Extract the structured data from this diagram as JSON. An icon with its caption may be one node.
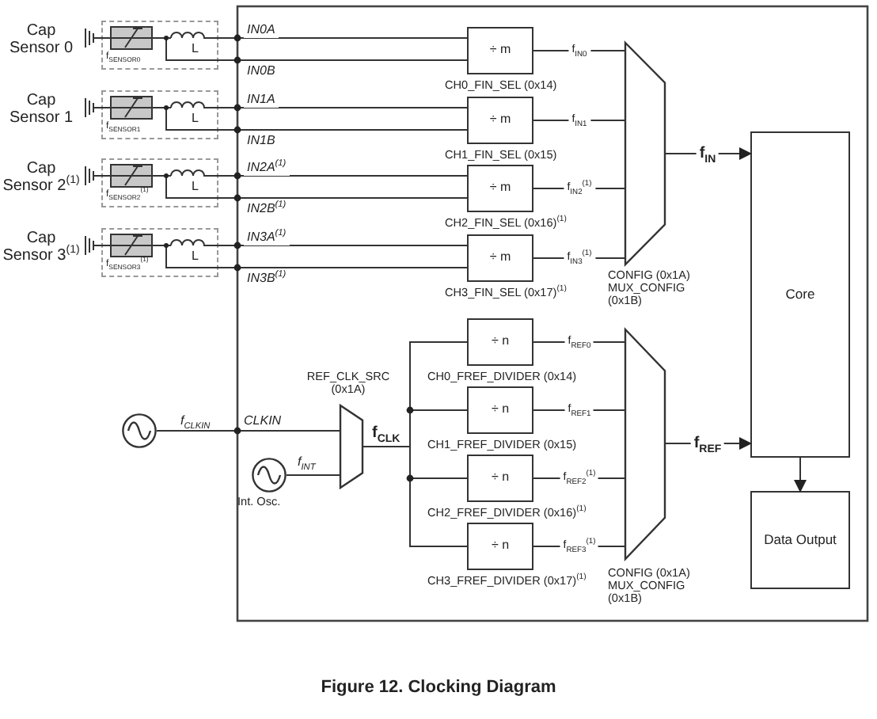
{
  "diagram": {
    "caption": "Figure 12. Clocking Diagram",
    "nodes": [
      {
        "text": [
          "L",
          "f$_{SENSOR0}$"
        ],
        "beside": [
          "Cap Sensor 0"
        ]
      },
      {
        "text": [
          "L",
          "f$_{SENSOR1}$"
        ],
        "beside": [
          "Cap Sensor 1"
        ]
      },
      {
        "text": [
          "L",
          "f$_{SENSOR2}$$^{(1)}$"
        ],
        "beside": [
          "Cap Sensor 2$^{(1)}$"
        ]
      },
      {
        "text": [
          "L",
          "f$_{SENSOR3}$$^{(1)}$"
        ],
        "beside": [
          "Cap Sensor 3$^{(1)}$"
        ]
      },
      {
        "text": [
          "÷ m"
        ],
        "beside": [
          "CH0_FIN_SEL (0x14)"
        ]
      },
      {
        "text": [
          "÷ m"
        ],
        "beside": [
          "CH1_FIN_SEL (0x15)"
        ]
      },
      {
        "text": [
          "÷ m"
        ],
        "beside": [
          "CH2_FIN_SEL (0x16)$^{(1)}$"
        ]
      },
      {
        "text": [
          "÷ m"
        ],
        "beside": [
          "CH3_FIN_SEL (0x17)$^{(1)}$"
        ]
      },
      {
        "text": [],
        "shape": "trapezoid",
        "beside": [
          "CONFIG (0x1A) MUX_CONFIG (0x1B)"
        ]
      },
      {
        "text": [
          "Core"
        ]
      },
      {
        "text": [
          "Data Output"
        ]
      },
      {
        "text": [],
        "shape": "circle"
      },
      {
        "text": [],
        "shape": "circle",
        "beside": [
          "Int. Osc."
        ]
      },
      {
        "text": [],
        "shape": "trapezoid",
        "beside": [
          "REF_CLK_SRC (0x1A)"
        ]
      },
      {
        "text": [
          "÷ n"
        ],
        "beside": [
          "CH0_FREF_DIVIDER (0x14)"
        ]
      },
      {
        "text": [
          "÷ n"
        ],
        "beside": [
          "CH1_FREF_DIVIDER (0x15)"
        ]
      },
      {
        "text": [
          "÷ n"
        ],
        "beside": [
          "CH2_FREF_DIVIDER (0x16)$^{(1)}$"
        ]
      },
      {
        "text": [
          "÷ n"
        ],
        "beside": [
          "CH3_FREF_DIVIDER (0x17)$^{(1)}$"
        ]
      },
      {
        "text": [],
        "shape": "trapezoid",
        "beside": [
          "CONFIG (0x1A) MUX_CONFIG (0x1B)"
        ]
      }
    ],
    "edges": [
      {
        "from": 0,
        "to": 4,
        "arrow": "none",
        "label": "IN0A"
      },
      {
        "from": 0,
        "to": 4,
        "arrow": "none",
        "label": "IN0B"
      },
      {
        "from": 1,
        "to": 5,
        "arrow": "none",
        "label": "IN1A"
      },
      {
        "from": 1,
        "to": 5,
        "arrow": "none",
        "label": "IN1B"
      },
      {
        "from": 2,
        "to": 6,
        "arrow": "none",
        "label": "IN2A$^{(1)}$"
      },
      {
        "from": 2,
        "to": 6,
        "arrow": "none",
        "label": "IN2B$^{(1)}$"
      },
      {
        "from": 3,
        "to": 7,
        "arrow": "none",
        "label": "IN3A$^{(1)}$"
      },
      {
        "from": 3,
        "to": 7,
        "arrow": "none",
        "label": "IN3B$^{(1)}$"
      },
      {
        "from": 4,
        "to": 8,
        "arrow": "none",
        "label": "f$_{IN0}$"
      },
      {
        "from": 5,
        "to": 8,
        "arrow": "none",
        "label": "f$_{IN1}$"
      },
      {
        "from": 6,
        "to": 8,
        "arrow": "none",
        "label": "f$_{IN2}$$^{(1)}$"
      },
      {
        "from": 7,
        "to": 8,
        "arrow": "none",
        "label": "f$_{IN3}$$^{(1)}$"
      },
      {
        "from": 8,
        "to": 9,
        "arrow": "to",
        "label": "f$_{IN}$"
      },
      {
        "from": 11,
        "to": 13,
        "arrow": "none",
        "label": "f$_{CLKIN}$"
      },
      {
        "from": 12,
        "to": 13,
        "arrow": "none",
        "label": "f$_{INT}$"
      },
      {
        "from": 13,
        "to": 14,
        "arrow": "none",
        "label": "f$_{CLK}$"
      },
      {
        "from": 13,
        "to": 15,
        "arrow": "none"
      },
      {
        "from": 13,
        "to": 16,
        "arrow": "none"
      },
      {
        "from": 13,
        "to": 17,
        "arrow": "none"
      },
      {
        "from": 14,
        "to": 18,
        "arrow": "none",
        "label": "f$_{REF0}$"
      },
      {
        "from": 15,
        "to": 18,
        "arrow": "none",
        "label": "f$_{REF1}$"
      },
      {
        "from": 16,
        "to": 18,
        "arrow": "none",
        "label": "f$_{REF2}$$^{(1)}$"
      },
      {
        "from": 17,
        "to": 18,
        "arrow": "none",
        "label": "f$_{REF3}$$^{(1)}$"
      },
      {
        "from": 18,
        "to": 9,
        "arrow": "to",
        "label": "f$_{REF}$"
      },
      {
        "from": 9,
        "to": 10,
        "arrow": "to"
      }
    ],
    "labels": [
      "CLKIN"
    ]
  }
}
